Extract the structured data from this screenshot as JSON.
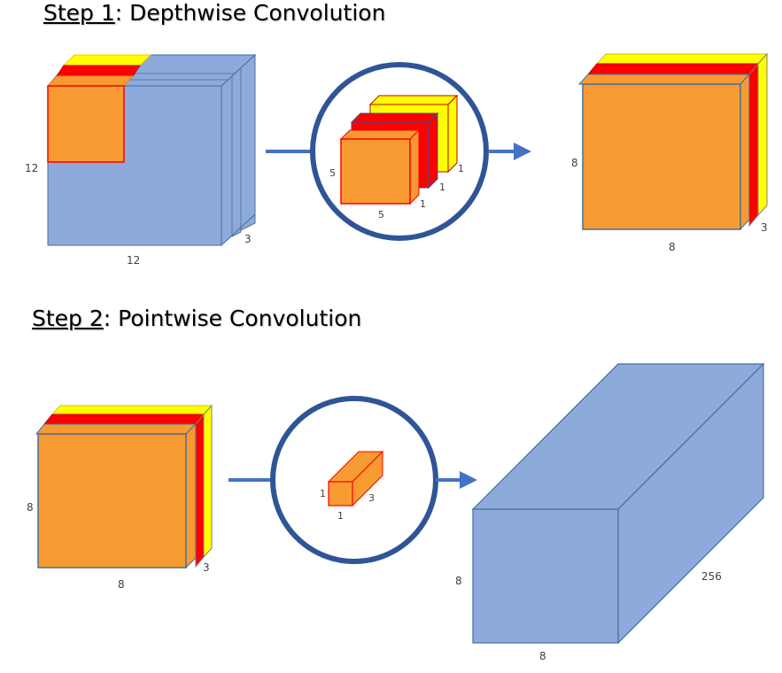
{
  "step1": {
    "step_label": "Step 1",
    "title": ": Depthwise Convolution",
    "input": {
      "height": "12",
      "width": "12",
      "depth": "3"
    },
    "kernel": {
      "height": "5",
      "width": "5",
      "depth_front": "1",
      "depth_mid": "1",
      "depth_back": "1"
    },
    "output": {
      "height": "8",
      "width": "8",
      "depth": "3"
    }
  },
  "step2": {
    "step_label": "Step 2",
    "title": ": Pointwise Convolution",
    "input": {
      "height": "8",
      "width": "8",
      "depth": "3"
    },
    "kernel": {
      "height": "1",
      "width": "1",
      "depth": "3"
    },
    "output": {
      "height": "8",
      "width": "8",
      "depth": "256"
    }
  },
  "colors": {
    "blue": "#8EA9DB",
    "blue_stroke": "#41719C",
    "orange": "#F79A32",
    "red": "#FF0000",
    "yellow": "#FFFF00",
    "ring": "#2F5597",
    "arrow": "#4472C4"
  }
}
